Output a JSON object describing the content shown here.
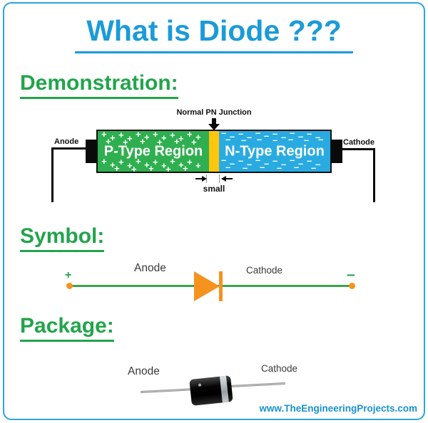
{
  "title": {
    "text": "What is Diode ???"
  },
  "demo": {
    "heading": "Demonstration:",
    "junction_label": "Normal PN Junction",
    "anode": "Anode",
    "cathode": "Cathode",
    "p_label": "P-Type Region",
    "n_label": "N-Type Region",
    "p_symbol": "+",
    "n_symbol": "–",
    "width_label": "small"
  },
  "symbol": {
    "heading": "Symbol:",
    "anode": "Anode",
    "cathode": "Cathode",
    "plus": "+",
    "minus": "–"
  },
  "package": {
    "heading": "Package:",
    "anode": "Anode",
    "cathode": "Cathode"
  },
  "footer": {
    "watermark": "www.TheEngineeringProjects.com"
  },
  "colors": {
    "frame_blue": "#2AA5DC",
    "title_blue": "#1B9BD8",
    "heading_green": "#23A44C",
    "p_region_green": "#2FAF4F",
    "n_region_blue": "#29ABE2",
    "junction_yellow": "#FFC60B",
    "diode_symbol_orange": "#F6921E",
    "symbol_line_green": "#3AA54A",
    "watermark_blue": "#1791CE"
  }
}
